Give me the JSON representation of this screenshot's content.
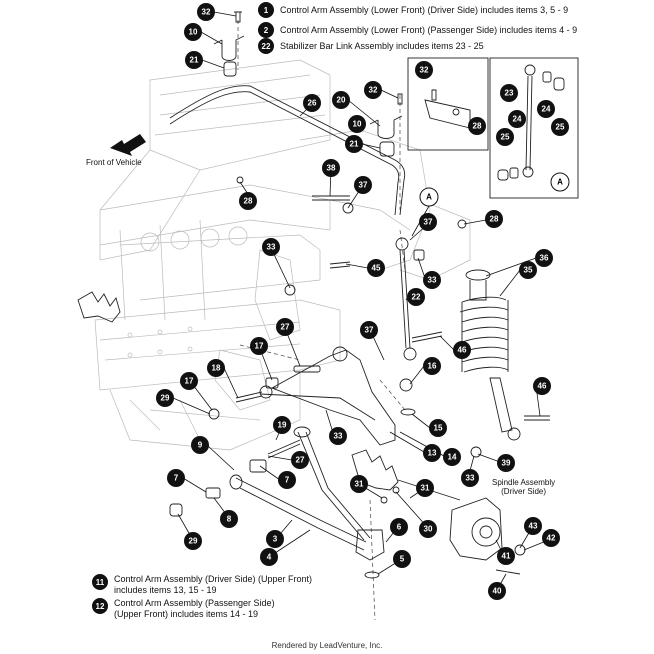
{
  "legend_top": [
    {
      "num": "1",
      "text": "Control Arm Assembly (Lower Front) (Driver Side) includes items 3, 5 - 9"
    },
    {
      "num": "2",
      "text": "Control Arm Assembly (Lower Front) (Passenger Side) includes items 4 - 9"
    },
    {
      "num": "22",
      "text": "Stabilizer Bar Link Assembly includes items 23 - 25"
    }
  ],
  "legend_bottom": [
    {
      "num": "11",
      "line1": "Control Arm Assembly (Driver Side) (Upper Front)",
      "line2": "includes items 13, 15 - 19"
    },
    {
      "num": "12",
      "line1": "Control Arm Assembly (Passenger Side)",
      "line2": "(Upper Front) includes items 14 - 19"
    }
  ],
  "front_label": "Front of Vehicle",
  "spindle_label": [
    "Spindle Assembly",
    "(Driver Side)"
  ],
  "detail_letter": "A",
  "footer": "Rendered by LeadVenture, Inc.",
  "callouts": [
    {
      "num": "32"
    },
    {
      "num": "10"
    },
    {
      "num": "21"
    },
    {
      "num": "26"
    },
    {
      "num": "20"
    },
    {
      "num": "32"
    },
    {
      "num": "10"
    },
    {
      "num": "21"
    },
    {
      "num": "38"
    },
    {
      "num": "37"
    },
    {
      "num": "28"
    },
    {
      "num": "32"
    },
    {
      "num": "28"
    },
    {
      "num": "23"
    },
    {
      "num": "24"
    },
    {
      "num": "24"
    },
    {
      "num": "25"
    },
    {
      "num": "25"
    },
    {
      "num": "37"
    },
    {
      "num": "28"
    },
    {
      "num": "33"
    },
    {
      "num": "45"
    },
    {
      "num": "33"
    },
    {
      "num": "22"
    },
    {
      "num": "36"
    },
    {
      "num": "35"
    },
    {
      "num": "27"
    },
    {
      "num": "17"
    },
    {
      "num": "37"
    },
    {
      "num": "46"
    },
    {
      "num": "18"
    },
    {
      "num": "17"
    },
    {
      "num": "16"
    },
    {
      "num": "29"
    },
    {
      "num": "19"
    },
    {
      "num": "33"
    },
    {
      "num": "15"
    },
    {
      "num": "46"
    },
    {
      "num": "9"
    },
    {
      "num": "13"
    },
    {
      "num": "14"
    },
    {
      "num": "27"
    },
    {
      "num": "39"
    },
    {
      "num": "7"
    },
    {
      "num": "7"
    },
    {
      "num": "33"
    },
    {
      "num": "31"
    },
    {
      "num": "31"
    },
    {
      "num": "8"
    },
    {
      "num": "29"
    },
    {
      "num": "6"
    },
    {
      "num": "30"
    },
    {
      "num": "43"
    },
    {
      "num": "3"
    },
    {
      "num": "42"
    },
    {
      "num": "4"
    },
    {
      "num": "5"
    },
    {
      "num": "41"
    },
    {
      "num": "40"
    }
  ]
}
